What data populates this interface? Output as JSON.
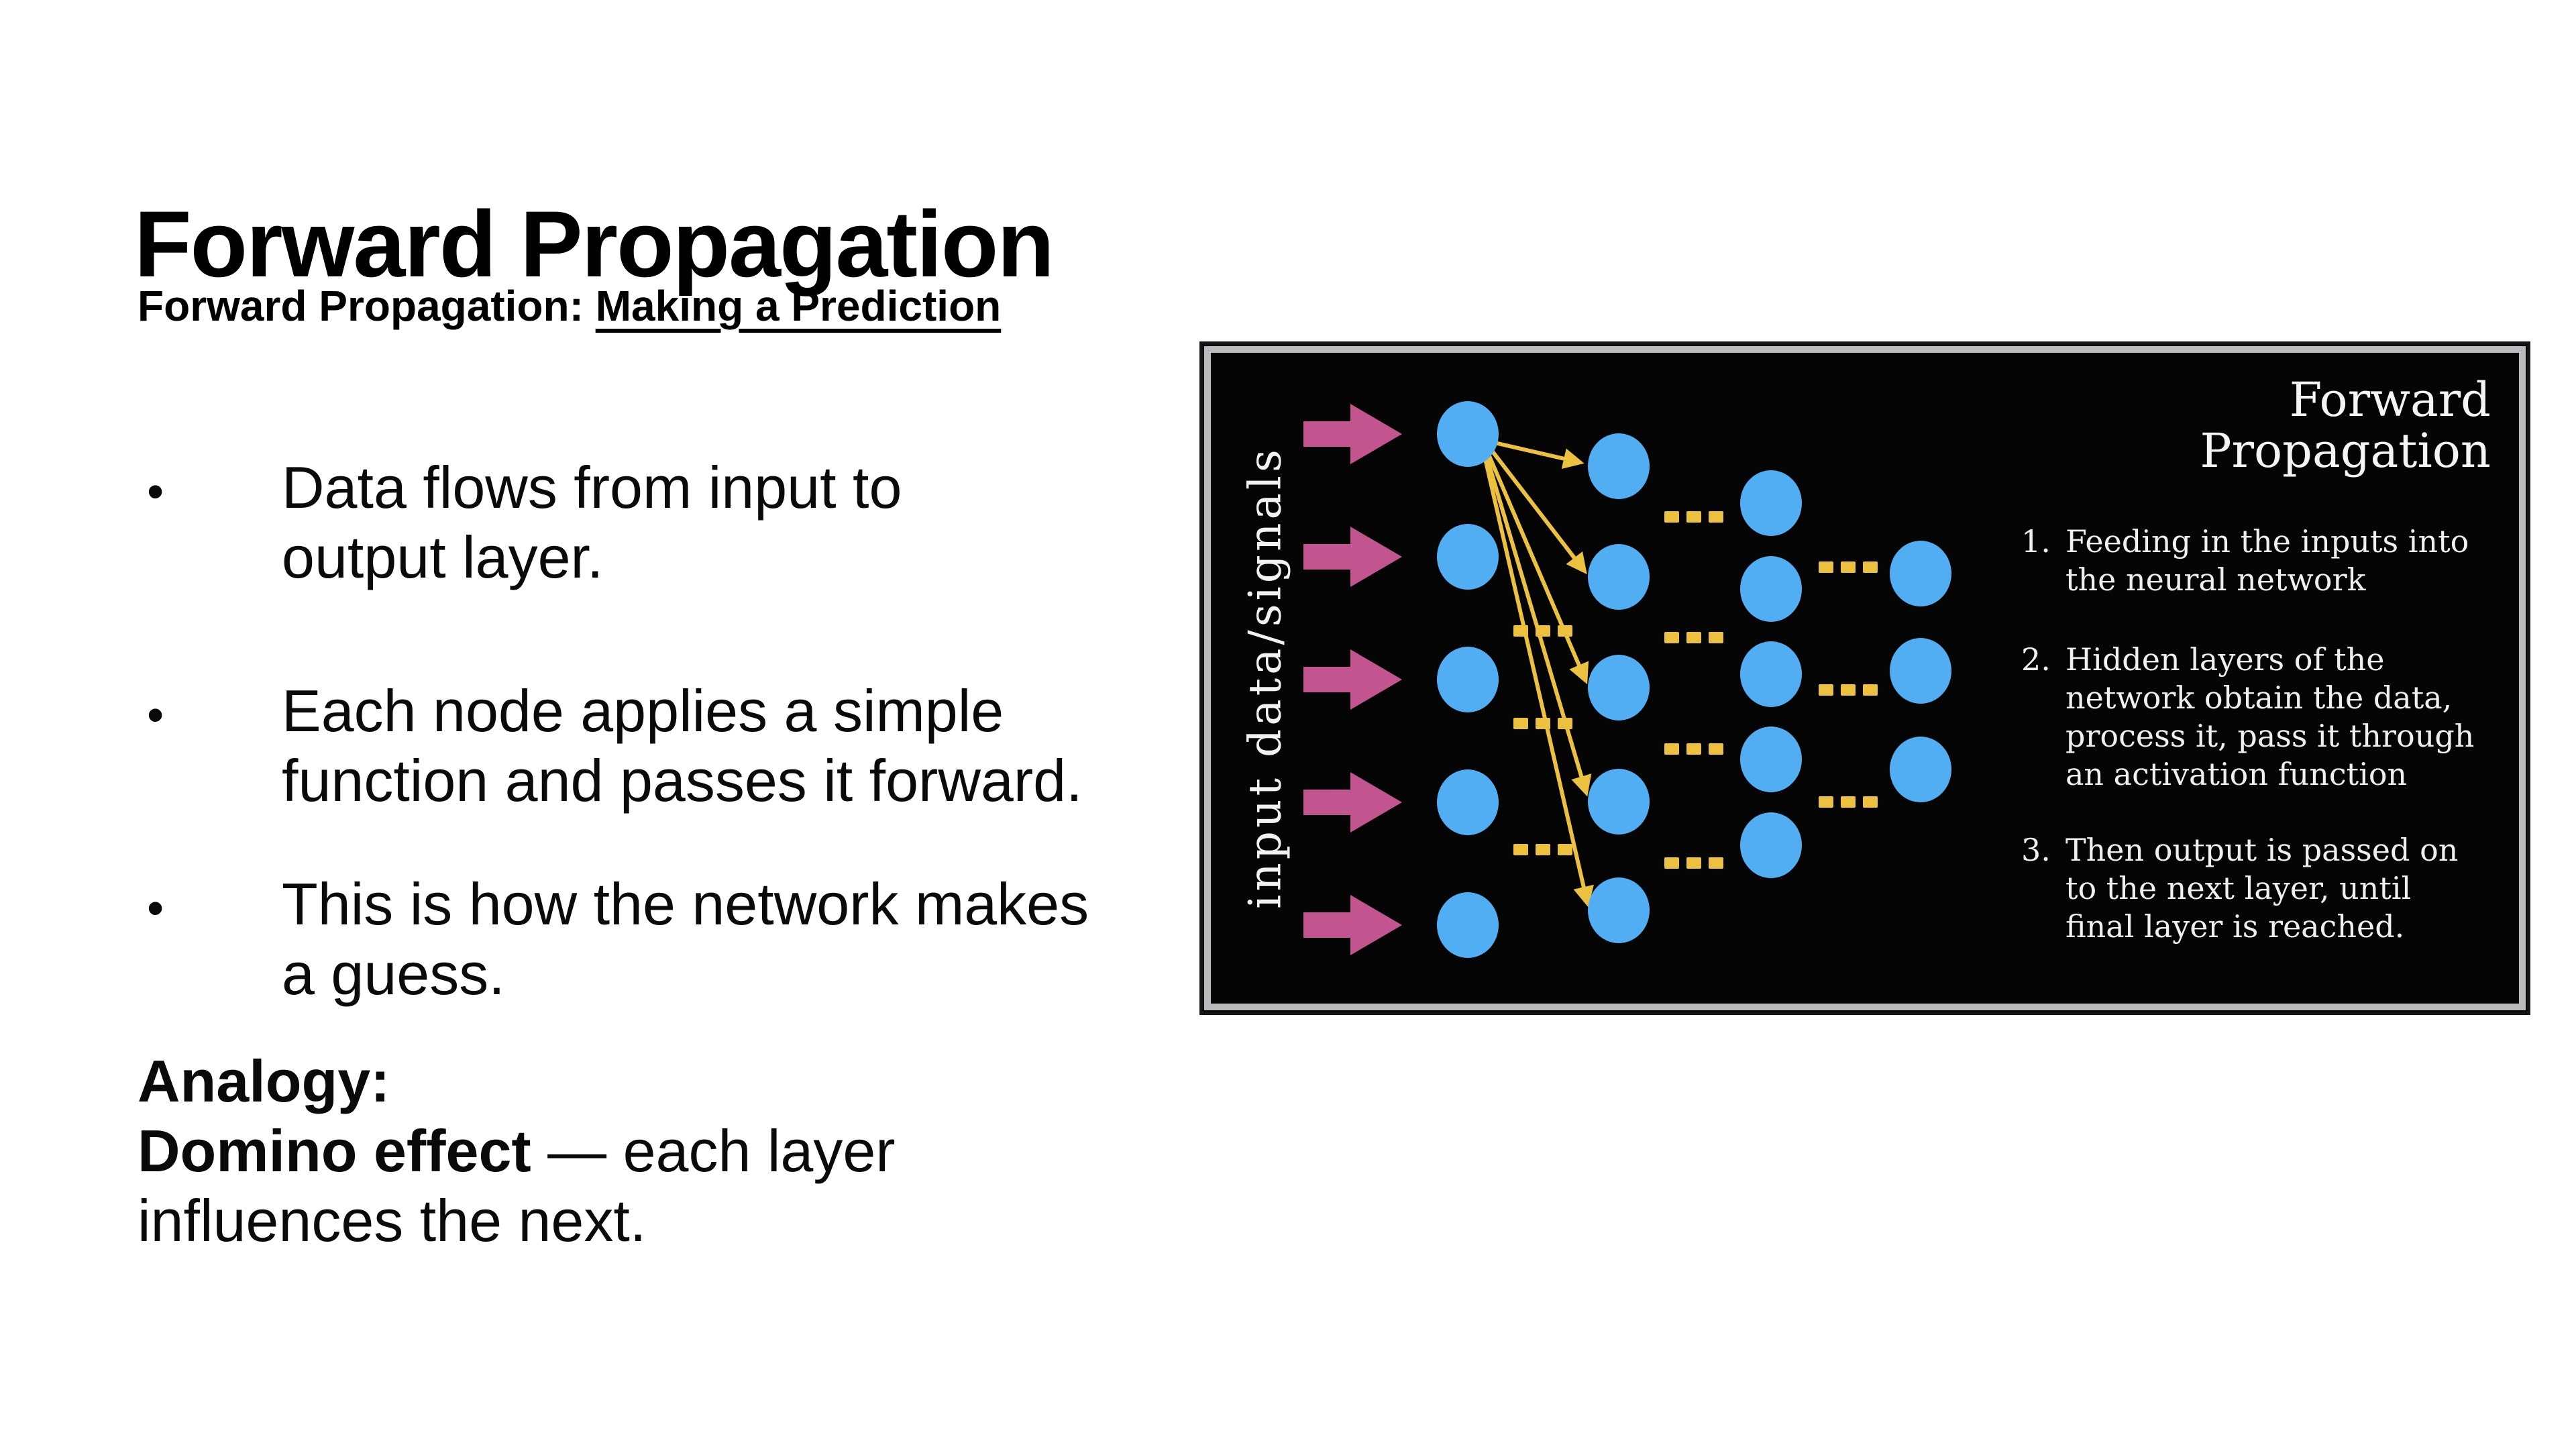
{
  "slide": {
    "title": "Forward Propagation",
    "subtitle_prefix": "Forward Propagation: ",
    "subtitle_underlined": "Making a Prediction",
    "bullet_glyph": "•",
    "bullets": [
      {
        "lines": [
          "Data flows from input to",
          "output layer."
        ]
      },
      {
        "lines": [
          "Each node applies a simple",
          "function and passes it forward."
        ]
      },
      {
        "lines": [
          "This is how the network makes",
          "a guess."
        ]
      }
    ],
    "analogy": {
      "label": "Analogy:",
      "bold": "Domino effect",
      "rest": " — each layer",
      "line3": "influences the next."
    }
  },
  "diagram": {
    "input_label": "input data/signals",
    "title_lines": [
      "Forward",
      "Propagation"
    ],
    "steps": [
      {
        "num": "1.",
        "lines": [
          "Feeding in the inputs into",
          "the neural network"
        ]
      },
      {
        "num": "2.",
        "lines": [
          "Hidden layers of the",
          "network obtain the data,",
          "process it, pass it through",
          "an activation function"
        ]
      },
      {
        "num": "3.",
        "lines": [
          "Then output is passed on",
          "to the next layer, until",
          "final layer is reached."
        ]
      }
    ],
    "colors": {
      "node_blue": "#52aef2",
      "arrow_pink": "#c2548f",
      "connector_yellow": "#ecc13f",
      "frame_gray": "#b9babc",
      "background": "#050505",
      "text_white": "#f2f2f2"
    }
  }
}
